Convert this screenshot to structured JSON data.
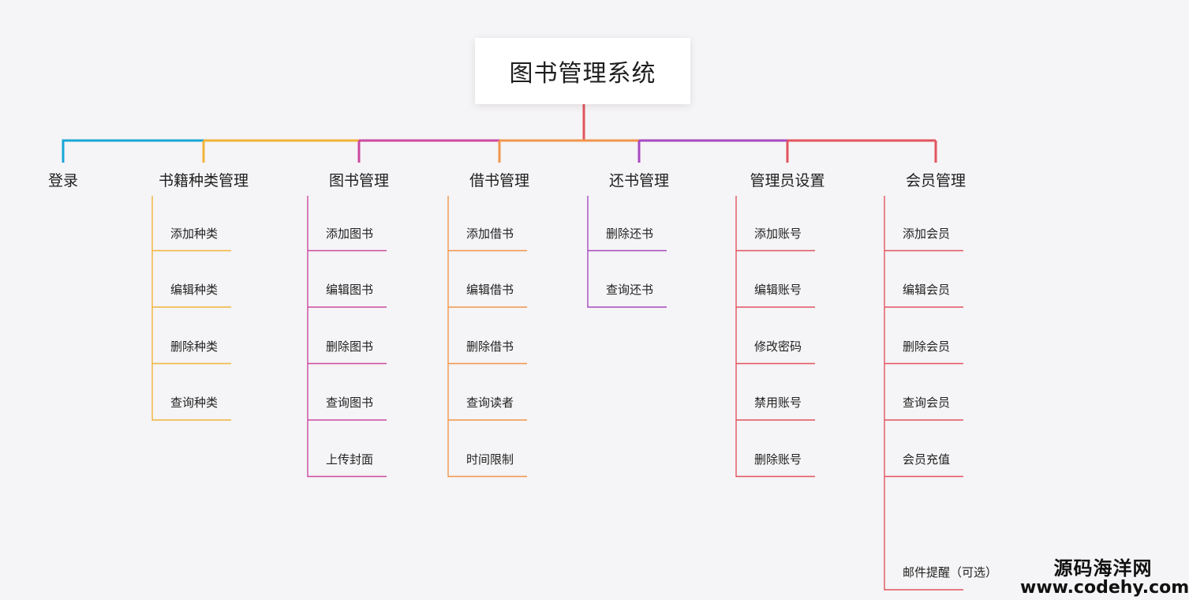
{
  "root": {
    "title": "图书管理系统"
  },
  "colors": {
    "root_connector": "#e2545e",
    "branches": [
      "#1aa7d6",
      "#f0b43a",
      "#cc4aa0",
      "#f0964c",
      "#a64ac0",
      "#e2545e",
      "#e2545e"
    ]
  },
  "branches": [
    {
      "label": "登录",
      "children": []
    },
    {
      "label": "书籍种类管理",
      "children": [
        "添加种类",
        "编辑种类",
        "删除种类",
        "查询种类"
      ]
    },
    {
      "label": "图书管理",
      "children": [
        "添加图书",
        "编辑图书",
        "删除图书",
        "查询图书",
        "上传封面"
      ]
    },
    {
      "label": "借书管理",
      "children": [
        "添加借书",
        "编辑借书",
        "删除借书",
        "查询读者",
        "时间限制"
      ]
    },
    {
      "label": "还书管理",
      "children": [
        "删除还书",
        "查询还书"
      ]
    },
    {
      "label": "管理员设置",
      "children": [
        "添加账号",
        "编辑账号",
        "修改密码",
        "禁用账号",
        "删除账号"
      ]
    },
    {
      "label": "会员管理",
      "children": [
        "添加会员",
        "编辑会员",
        "删除会员",
        "查询会员",
        "会员充值",
        "邮件提醒（可选）"
      ]
    }
  ],
  "watermark": {
    "name": "源码海洋网",
    "url": "www.codehy.com"
  }
}
